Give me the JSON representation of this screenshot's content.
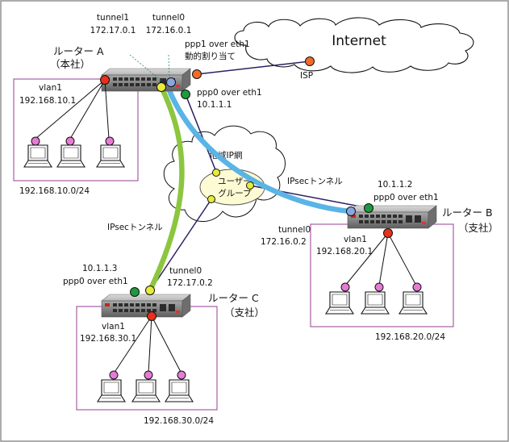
{
  "internet": {
    "label": "Internet",
    "isp_label": "ISP"
  },
  "router_a": {
    "name": "ルーター A",
    "role": "（本社）",
    "tunnel1_label": "tunnel1",
    "tunnel1_ip": "172.17.0.1",
    "tunnel0_label": "tunnel0",
    "tunnel0_ip": "172.16.0.1",
    "ppp1_label": "ppp1 over eth1",
    "ppp1_note": "動的割り当て",
    "ppp0_label": "ppp0 over eth1",
    "ppp0_ip": "10.1.1.1",
    "vlan_label": "vlan1",
    "vlan_ip": "192.168.10.1",
    "subnet": "192.168.10.0/24"
  },
  "router_b": {
    "name": "ルーター B",
    "role": "（支社）",
    "ppp0_ip": "10.1.1.2",
    "ppp0_label": "ppp0 over eth1",
    "tunnel0_label": "tunnel0",
    "tunnel0_ip": "172.16.0.2",
    "vlan_label": "vlan1",
    "vlan_ip": "192.168.20.1",
    "subnet": "192.168.20.0/24"
  },
  "router_c": {
    "name": "ルーター C",
    "role": "（支社）",
    "ppp0_ip": "10.1.1.3",
    "ppp0_label": "ppp0 over eth1",
    "tunnel0_label": "tunnel0",
    "tunnel0_ip": "172.17.0.2",
    "vlan_label": "vlan1",
    "vlan_ip": "192.168.30.1",
    "subnet": "192.168.30.0/24"
  },
  "cloud_ip": {
    "label": "地域IP網",
    "group_line1": "ユーザー",
    "group_line2": "グループ"
  },
  "tunnels": {
    "ab_label": "IPsecトンネル",
    "ac_label": "IPsecトンネル"
  },
  "colors": {
    "ipsec_ab": "#5ab4e6",
    "ipsec_ac": "#8cc63f",
    "wan_line": "#2b2060",
    "lan_box": "#a0509a",
    "port_red": "#e8301c",
    "port_orange": "#f06a28",
    "port_green": "#1e9a3c",
    "port_blue": "#8aa6e0",
    "port_yellow": "#e6ec3a",
    "pc_port": "#e87ad6"
  }
}
